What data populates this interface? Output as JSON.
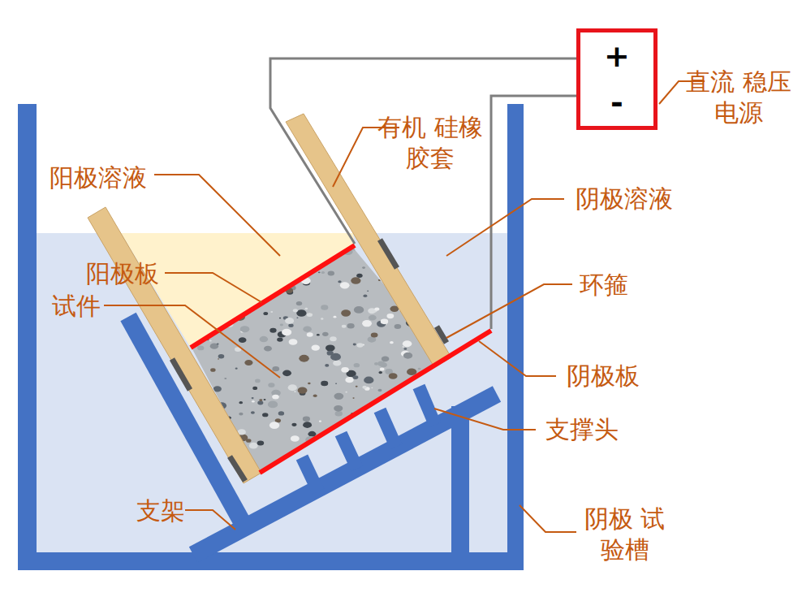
{
  "diagram": {
    "nodes": [
      {
        "text": [
          "+",
          "-"
        ]
      }
    ],
    "labels": [
      "直流 稳压电源",
      "有机 硅橡胶套",
      "阳极溶液",
      "阴极溶液",
      "阳极板",
      "试件",
      "环箍",
      "阴极板",
      "支撑头",
      "支架",
      "阴极 试验槽"
    ]
  }
}
